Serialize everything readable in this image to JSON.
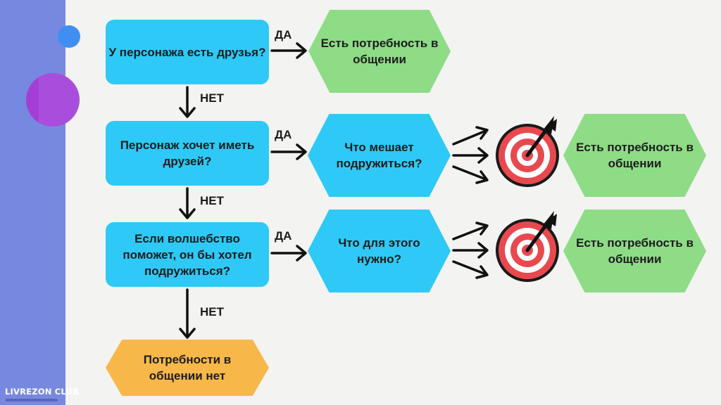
{
  "brand": {
    "name": "LIVREZON CLUB"
  },
  "nodes": {
    "q1": "У персонажа есть друзья?",
    "q2": "Персонаж хочет иметь друзей?",
    "q3": "Если волшебство поможет, он бы хотел подружиться?",
    "r1": "Есть потребность в общении",
    "m2": "Что мешает подружиться?",
    "r2": "Есть потребность в общении",
    "m3": "Что для этого нужно?",
    "r3": "Есть потребность в общении",
    "end": "Потребности в общении нет"
  },
  "labels": {
    "yes": "ДА",
    "no": "НЕТ"
  },
  "colors": {
    "question": "#2ec9f7",
    "result": "#8edc86",
    "final": "#f7b849",
    "sidebar": "#7788e0",
    "target": "#e8494f"
  },
  "icons": [
    "target-icon",
    "target-icon"
  ]
}
